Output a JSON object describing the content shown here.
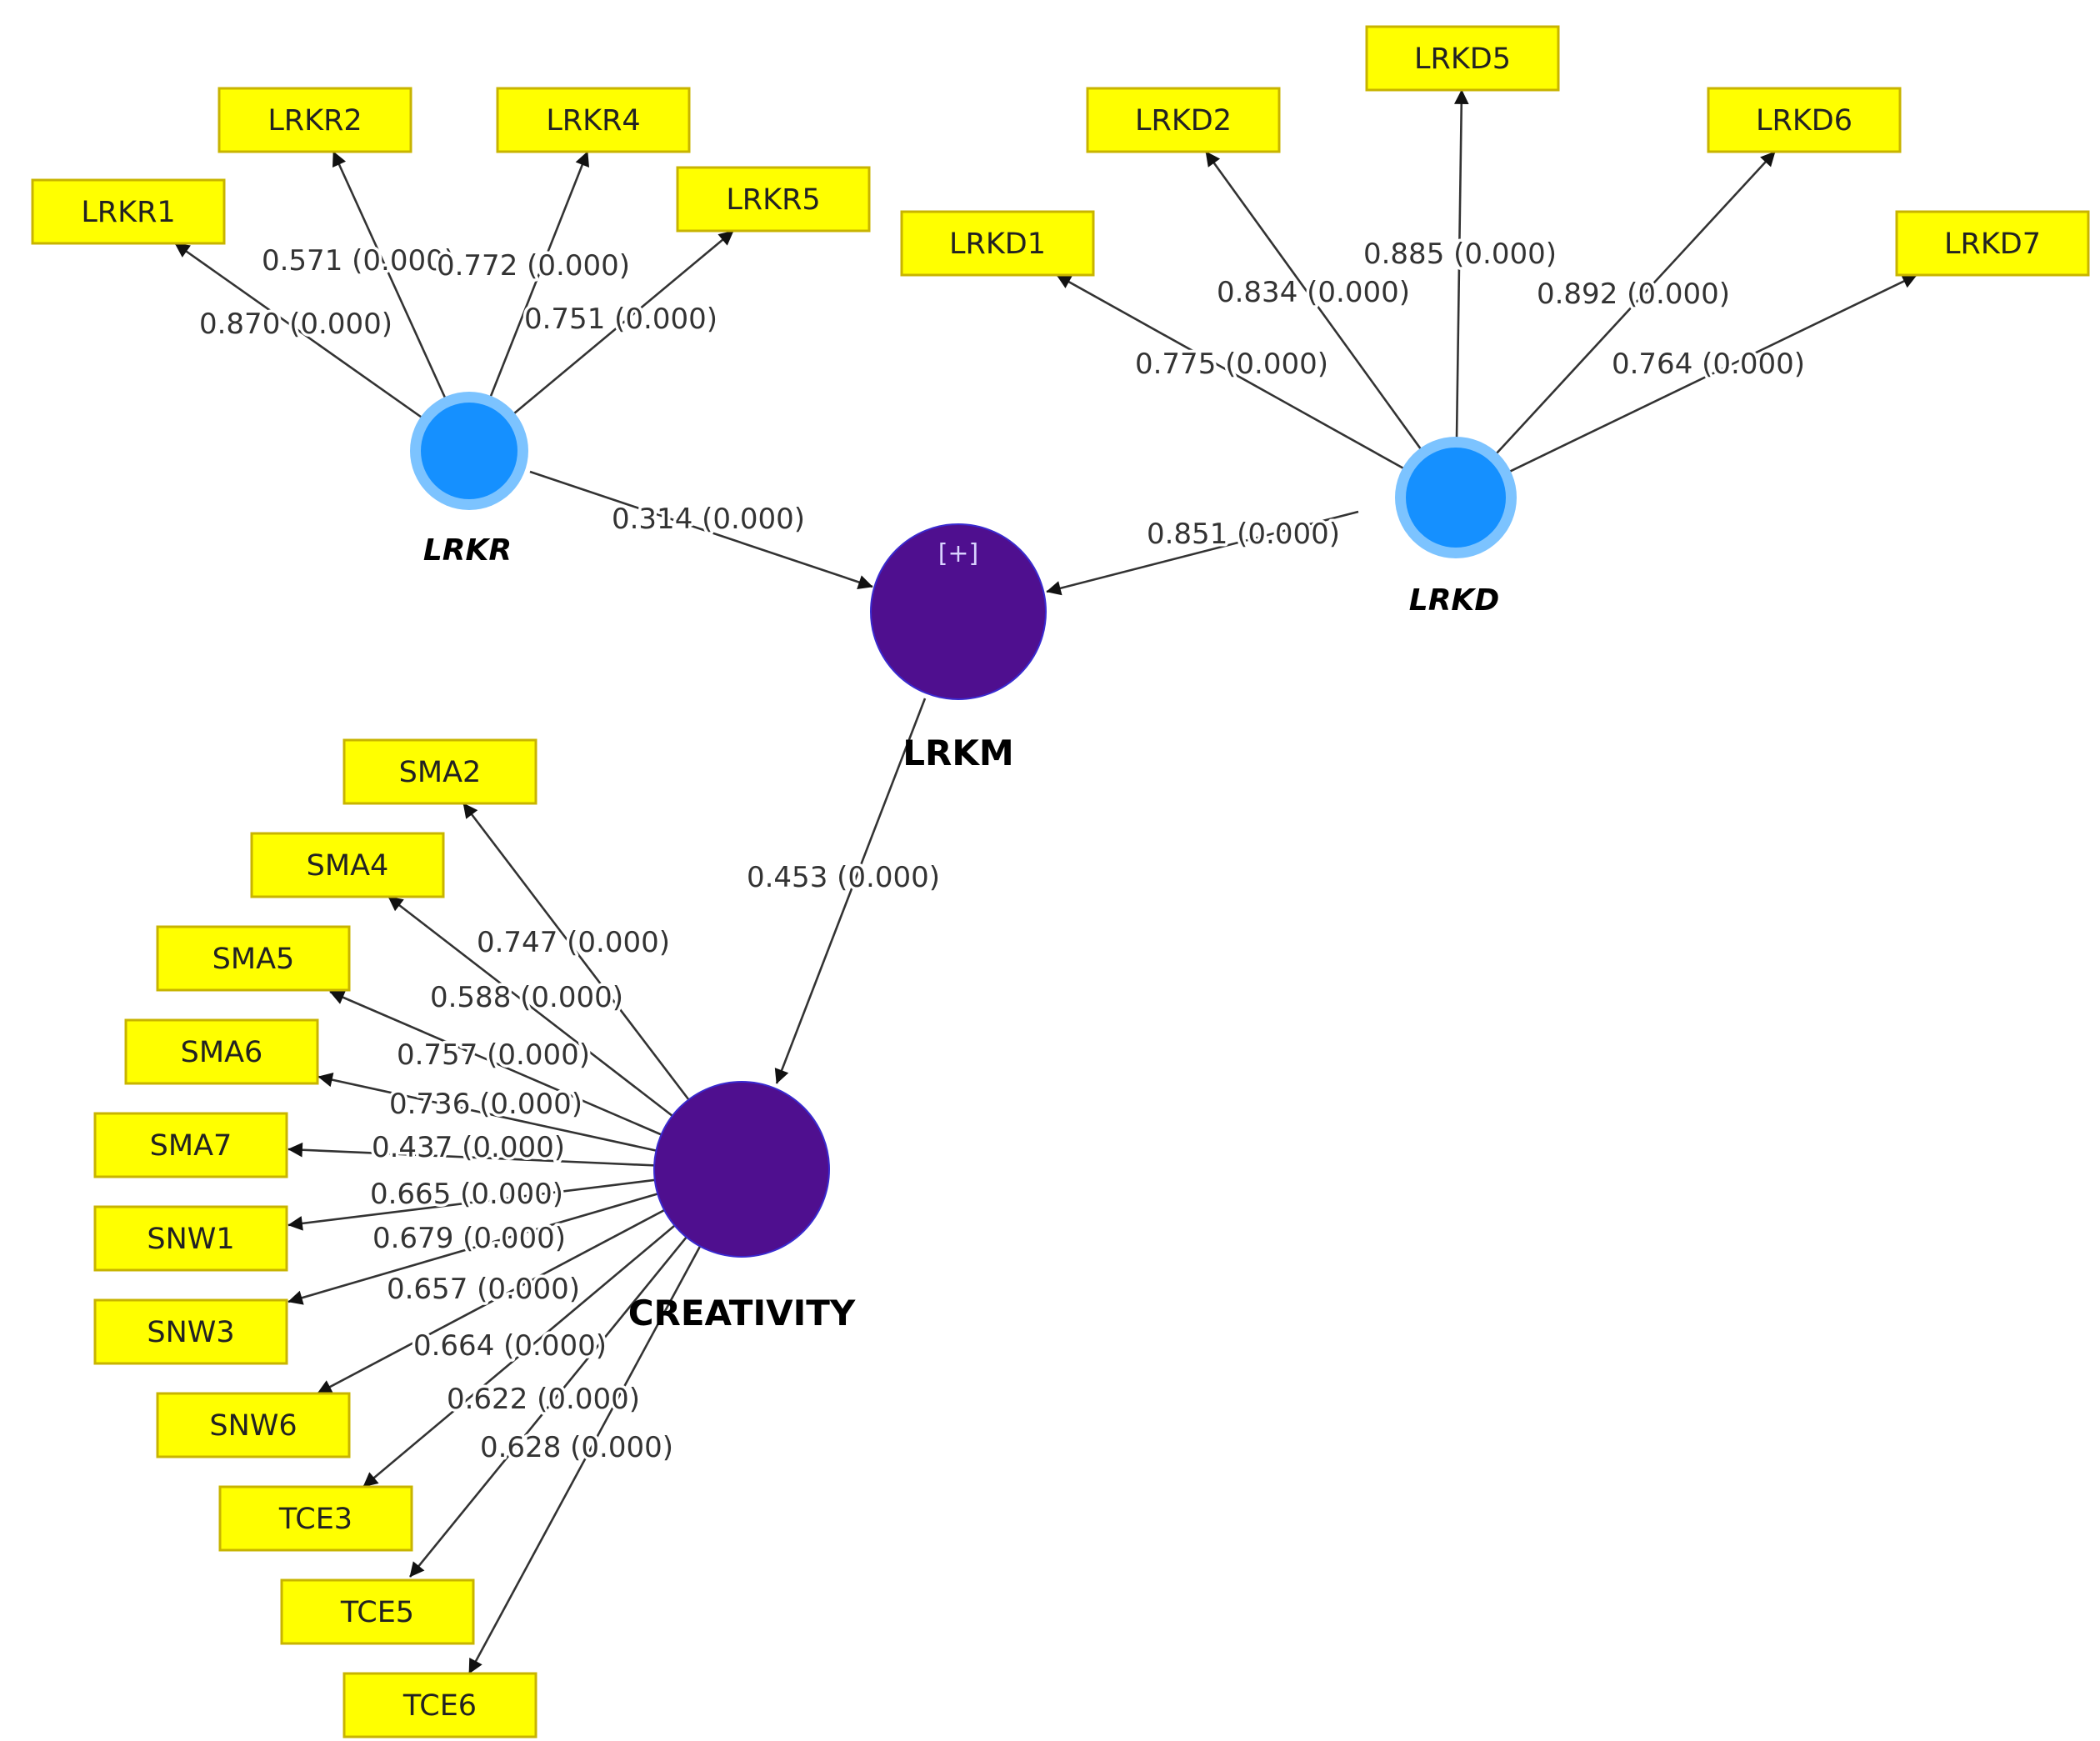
{
  "colors": {
    "indicator_fill": "#ffff00",
    "indicator_border": "#c8b400",
    "first_order_fill": "#1590ff",
    "first_order_ring": "#7cc3ff",
    "second_order_fill": "#4f0f8f",
    "edge": "#333333"
  },
  "constructs": [
    {
      "id": "LRKR",
      "label": "LRKR",
      "kind": "first-order",
      "italic": true
    },
    {
      "id": "LRKD",
      "label": "LRKD",
      "kind": "first-order",
      "italic": true
    },
    {
      "id": "LRKM",
      "label": "LRKM",
      "kind": "second-order",
      "marker": "[+]"
    },
    {
      "id": "CREATIVITY",
      "label": "CREATIVITY",
      "kind": "second-order"
    }
  ],
  "indicators": [
    {
      "id": "LRKR1",
      "label": "LRKR1",
      "construct": "LRKR",
      "value": "0.870 (0.000)"
    },
    {
      "id": "LRKR2",
      "label": "LRKR2",
      "construct": "LRKR",
      "value": "0.571 (0.000)"
    },
    {
      "id": "LRKR4",
      "label": "LRKR4",
      "construct": "LRKR",
      "value": "0.772 (0.000)"
    },
    {
      "id": "LRKR5",
      "label": "LRKR5",
      "construct": "LRKR",
      "value": "0.751 (0.000)"
    },
    {
      "id": "LRKD1",
      "label": "LRKD1",
      "construct": "LRKD",
      "value": "0.775 (0.000)"
    },
    {
      "id": "LRKD2",
      "label": "LRKD2",
      "construct": "LRKD",
      "value": "0.834 (0.000)"
    },
    {
      "id": "LRKD5",
      "label": "LRKD5",
      "construct": "LRKD",
      "value": "0.885 (0.000)"
    },
    {
      "id": "LRKD6",
      "label": "LRKD6",
      "construct": "LRKD",
      "value": "0.892 (0.000)"
    },
    {
      "id": "LRKD7",
      "label": "LRKD7",
      "construct": "LRKD",
      "value": "0.764 (0.000)"
    },
    {
      "id": "SMA2",
      "label": "SMA2",
      "construct": "CREATIVITY",
      "value": "0.747 (0.000)"
    },
    {
      "id": "SMA4",
      "label": "SMA4",
      "construct": "CREATIVITY",
      "value": "0.588 (0.000)"
    },
    {
      "id": "SMA5",
      "label": "SMA5",
      "construct": "CREATIVITY",
      "value": "0.757 (0.000)"
    },
    {
      "id": "SMA6",
      "label": "SMA6",
      "construct": "CREATIVITY",
      "value": "0.736 (0.000)"
    },
    {
      "id": "SMA7",
      "label": "SMA7",
      "construct": "CREATIVITY",
      "value": "0.437 (0.000)"
    },
    {
      "id": "SNW1",
      "label": "SNW1",
      "construct": "CREATIVITY",
      "value": "0.665 (0.000)"
    },
    {
      "id": "SNW3",
      "label": "SNW3",
      "construct": "CREATIVITY",
      "value": "0.679 (0.000)"
    },
    {
      "id": "SNW6",
      "label": "SNW6",
      "construct": "CREATIVITY",
      "value": "0.657 (0.000)"
    },
    {
      "id": "TCE3",
      "label": "TCE3",
      "construct": "CREATIVITY",
      "value": "0.664 (0.000)"
    },
    {
      "id": "TCE5",
      "label": "TCE5",
      "construct": "CREATIVITY",
      "value": "0.622 (0.000)"
    },
    {
      "id": "TCE6",
      "label": "TCE6",
      "construct": "CREATIVITY",
      "value": "0.628 (0.000)"
    }
  ],
  "paths": [
    {
      "from": "LRKR",
      "to": "LRKM",
      "value": "0.314 (0.000)"
    },
    {
      "from": "LRKD",
      "to": "LRKM",
      "value": "0.851 (0.000)"
    },
    {
      "from": "LRKM",
      "to": "CREATIVITY",
      "value": "0.453 (0.000)"
    }
  ]
}
